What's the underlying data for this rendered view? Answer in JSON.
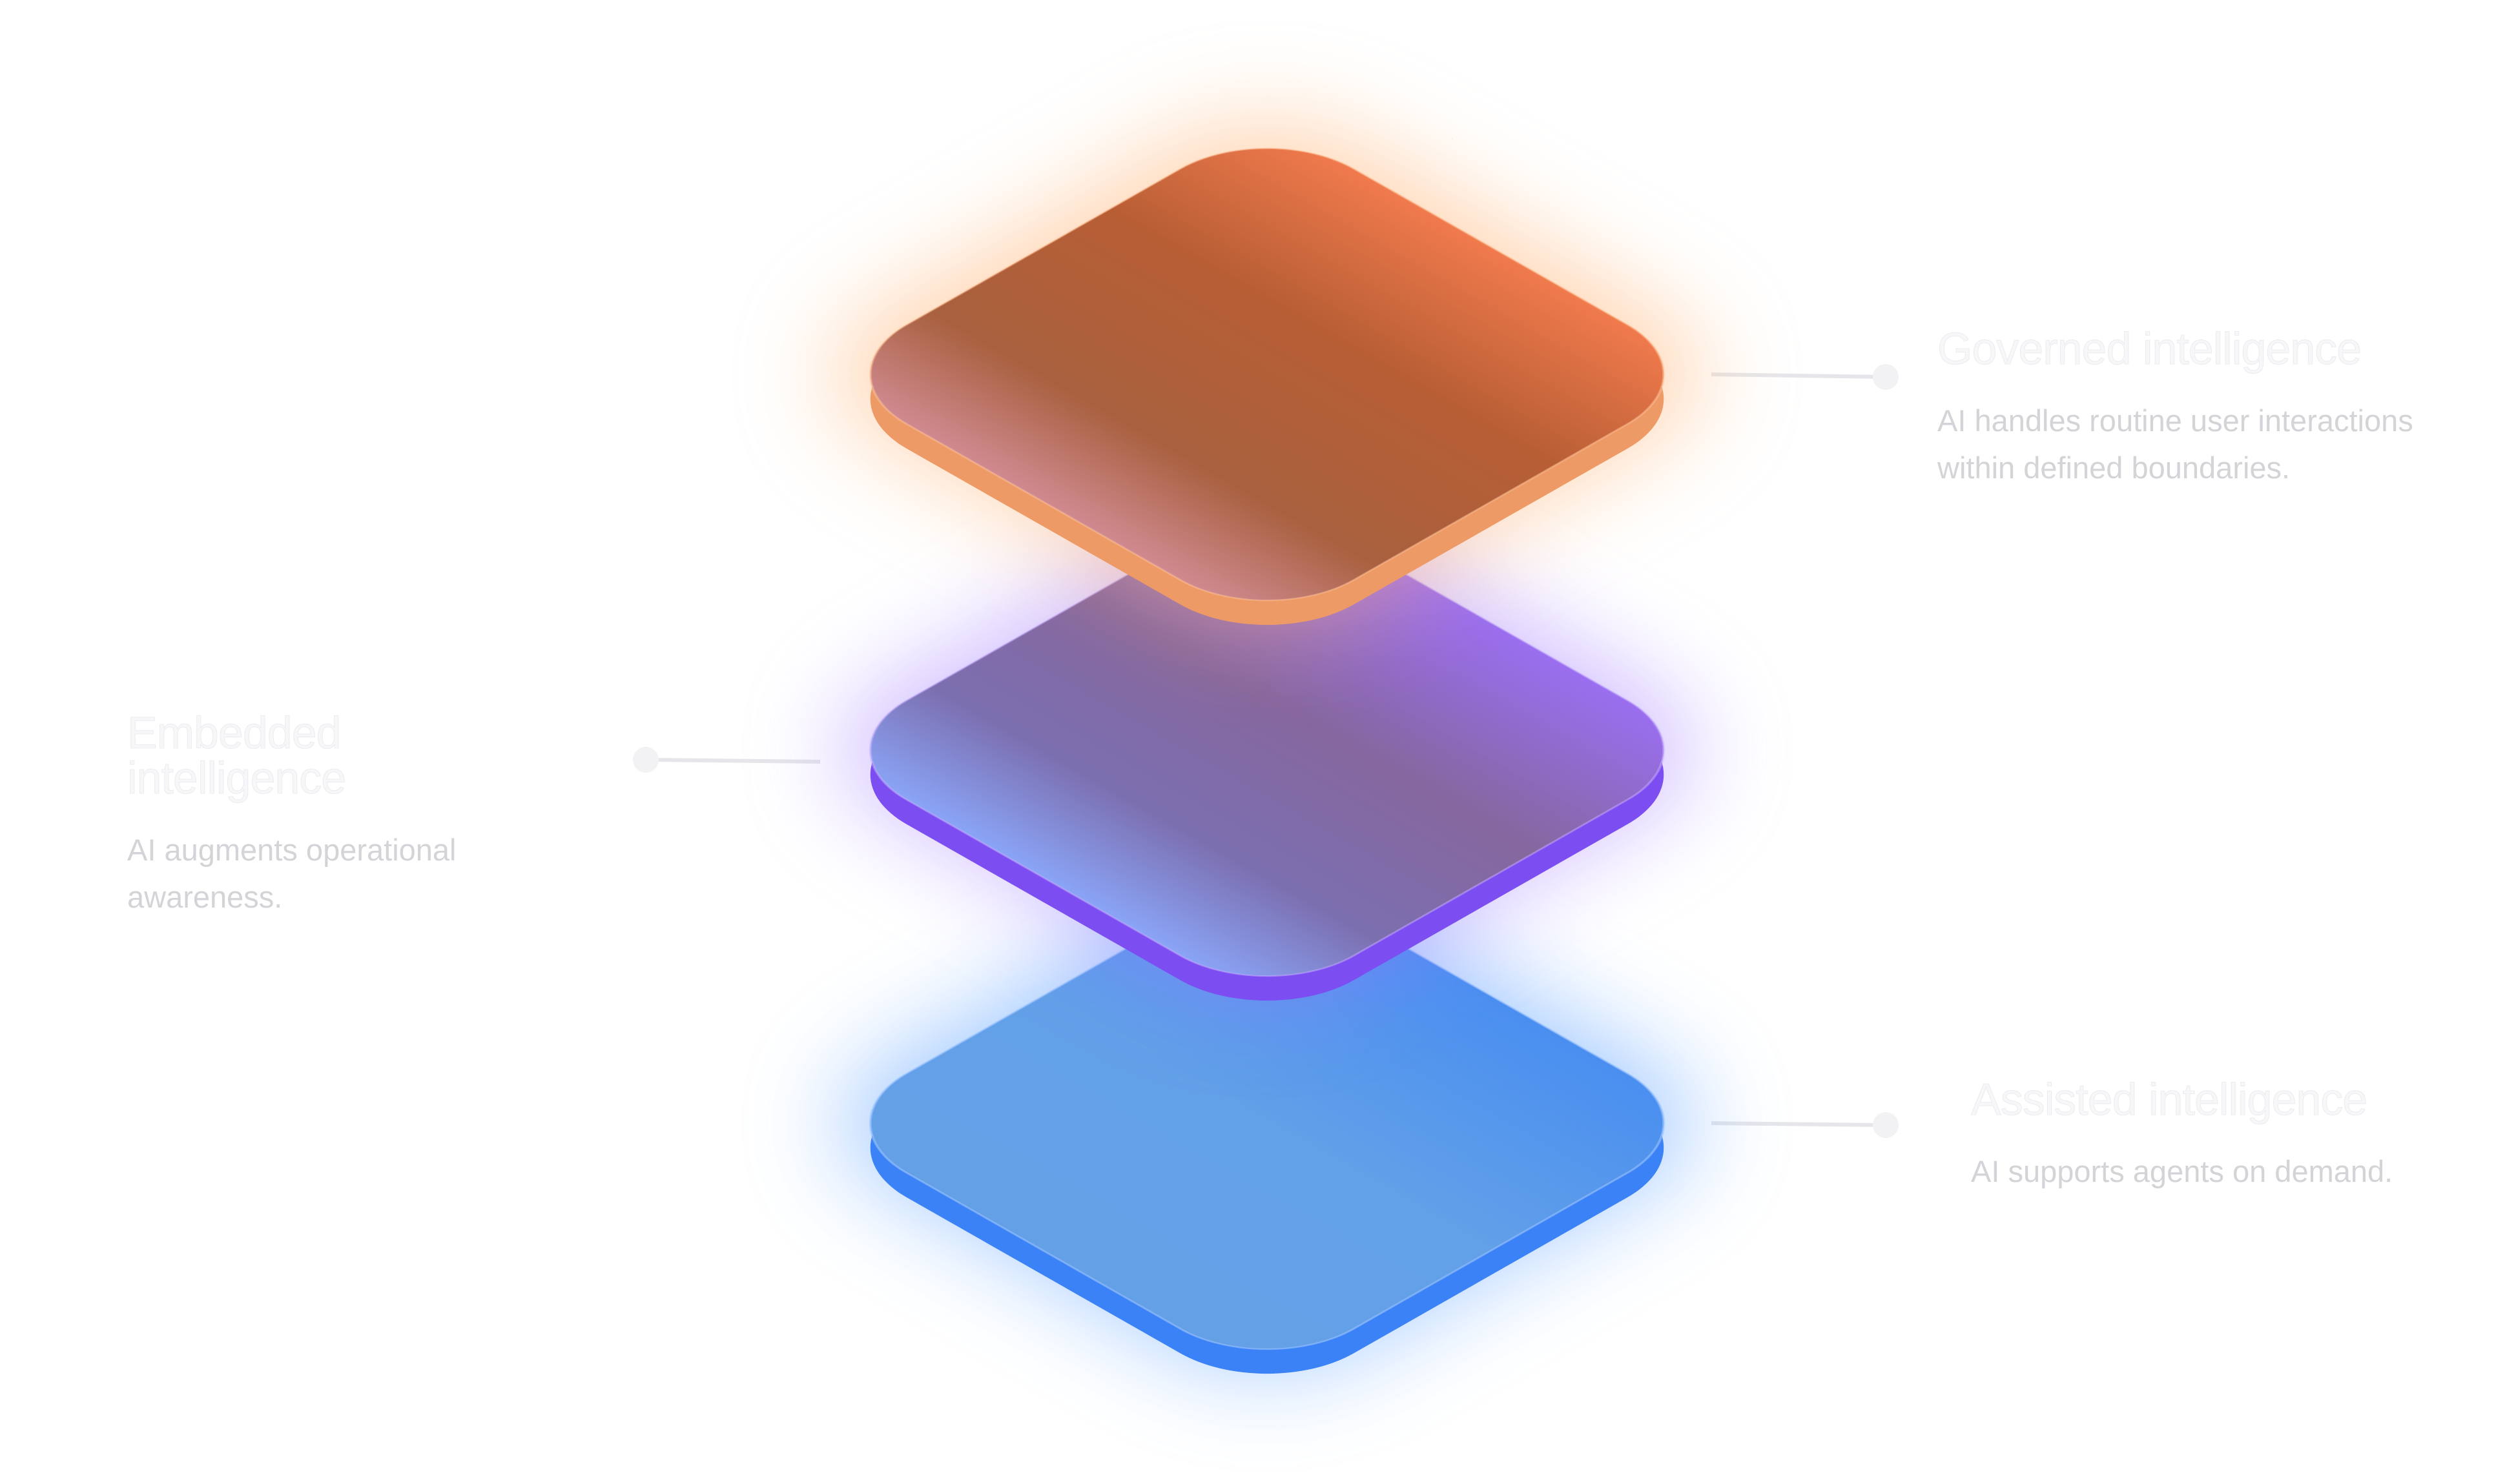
{
  "layers": [
    {
      "title": "Governed intelligence",
      "description": "AI handles routine user interactions within defined boundaries.",
      "color": "#e8713f"
    },
    {
      "title": "Embedded intelligence",
      "description": "AI augments operational awareness.",
      "color": "#8b5cf6"
    },
    {
      "title": "Assisted intelligence",
      "description": "AI supports agents on demand.",
      "color": "#3b82f6"
    }
  ]
}
